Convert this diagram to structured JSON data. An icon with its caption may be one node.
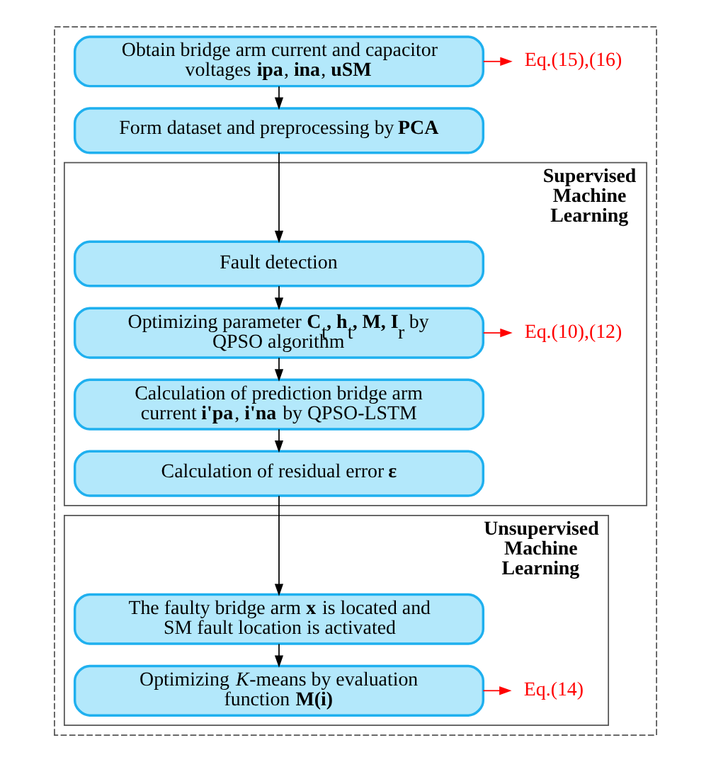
{
  "diagram": {
    "nodes": [
      {
        "text": [],
        "shape": "box"
      },
      {
        "text": [
          "Obtain bridge arm current and capacitor voltages **ipa**, **ina**, **uSM**"
        ],
        "in": 0
      },
      {
        "text": [
          "Eq.(15),(16)"
        ],
        "in": 0
      },
      {
        "text": [
          "Form dataset and preprocessing by **PCA**"
        ],
        "in": 0
      },
      {
        "text": [
          "Supervised Machine Learning"
        ],
        "in": 0
      },
      {
        "text": [
          "Fault detection"
        ],
        "in": 4
      },
      {
        "text": [
          "Optimizing parameter **C**$_{t}$**, h**$_{t}$**, M, I**$_{r}$ by QPSO algorithm"
        ],
        "in": 4
      },
      {
        "text": [
          "Eq.(10),(12)"
        ],
        "in": 4
      },
      {
        "text": [
          "Calculation of prediction bridge arm current **i'pa**, **i'na** by QPSO-LSTM"
        ],
        "in": 4
      },
      {
        "text": [
          "Calculation of residual error **ε**"
        ],
        "in": 4
      },
      {
        "text": [
          "Unsupervised Machine Learning"
        ],
        "in": 0
      },
      {
        "text": [
          "The faulty bridge arm **x** is located and SM fault location is activated"
        ],
        "in": 10
      },
      {
        "text": [
          "Optimizing *K*-means by evaluation function **M(i)**"
        ],
        "in": 10
      },
      {
        "text": [
          "Eq.(14)"
        ],
        "in": 10
      }
    ],
    "edges": [
      {
        "from": 1,
        "to": 2,
        "arrow": "to",
        "color": "#ff0000"
      },
      {
        "from": 1,
        "to": 3,
        "arrow": "to"
      },
      {
        "from": 3,
        "to": 5,
        "arrow": "to"
      },
      {
        "from": 5,
        "to": 6,
        "arrow": "to"
      },
      {
        "from": 6,
        "to": 7,
        "arrow": "to",
        "color": "#ff0000"
      },
      {
        "from": 6,
        "to": 8,
        "arrow": "to"
      },
      {
        "from": 8,
        "to": 9,
        "arrow": "to"
      },
      {
        "from": 9,
        "to": 11,
        "arrow": "to"
      },
      {
        "from": 11,
        "to": 12,
        "arrow": "to"
      },
      {
        "from": 12,
        "to": 13,
        "arrow": "to",
        "color": "#ff0000"
      }
    ]
  }
}
